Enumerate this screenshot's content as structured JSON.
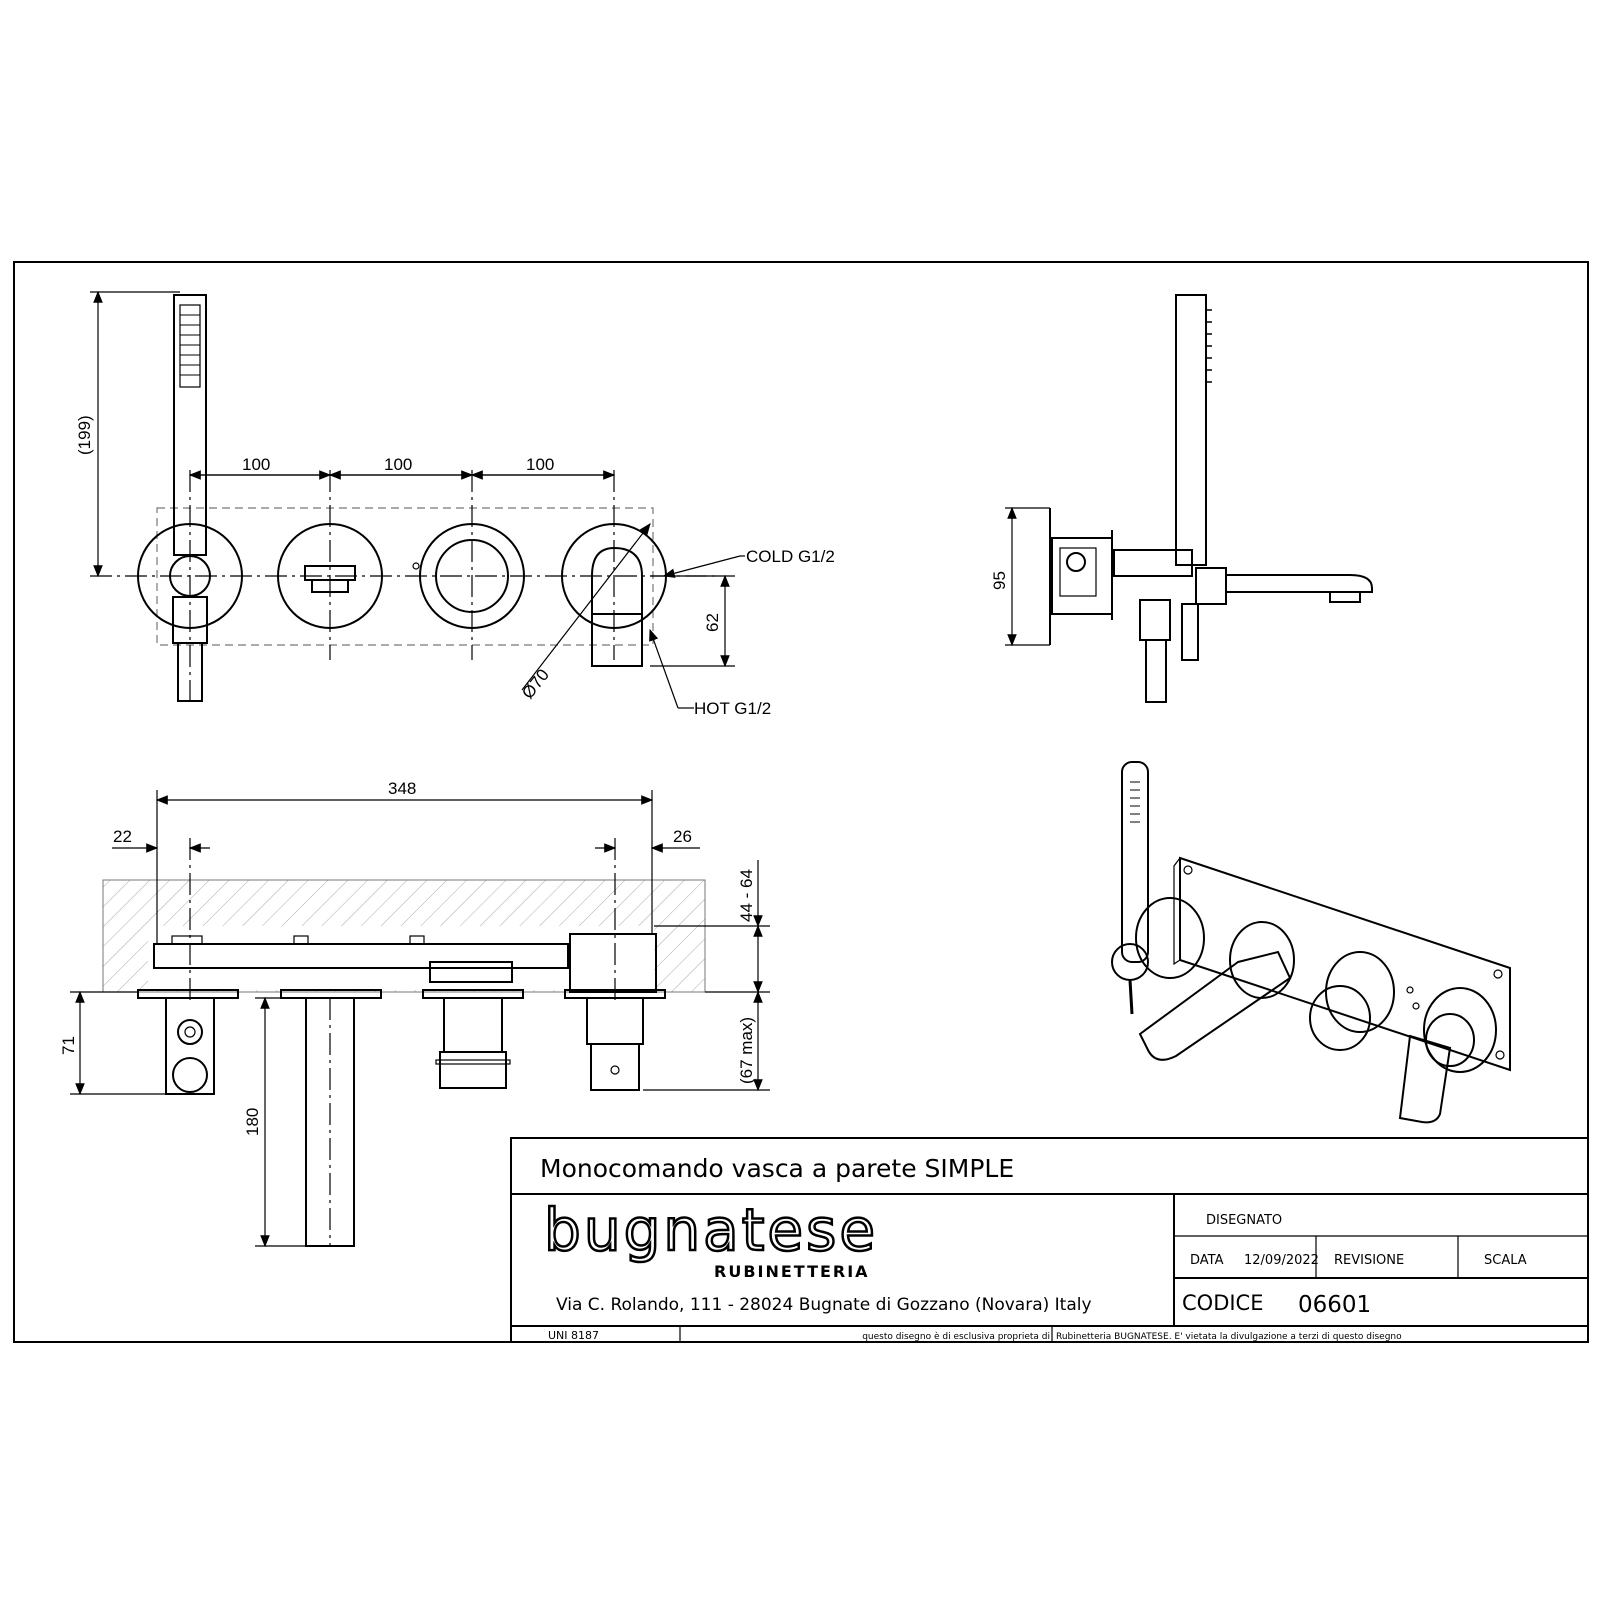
{
  "drawing": {
    "title": "Monocomando vasca a parete SIMPLE",
    "brand": "bugnatese",
    "brand_sub": "RUBINETTERIA",
    "address": "Via C. Rolando, 111 - 28024 Bugnate di Gozzano (Novara) Italy",
    "disegnato_label": "DISEGNATO",
    "data_label": "DATA",
    "data_value": "12/09/2022",
    "revisione_label": "REVISIONE",
    "scala_label": "SCALA",
    "codice_label": "CODICE",
    "codice_value": "06601",
    "norm": "UNI 8187",
    "disclaimer_a": "questo disegno è di esclusiva proprieta di",
    "disclaimer_b": "Rubinetteria BUGNATESE. E' vietata la divulgazione a terzi di questo disegno"
  },
  "dimensions": {
    "d199": "(199)",
    "d100a": "100",
    "d100b": "100",
    "d100c": "100",
    "cold": "COLD G1/2",
    "hot": "HOT G1/2",
    "d62": "62",
    "d70": "Ø70",
    "d95": "95",
    "d348": "348",
    "d22": "22",
    "d26": "26",
    "d4464": "44 - 64",
    "d71": "71",
    "d67": "(67 max)",
    "d180": "180"
  }
}
